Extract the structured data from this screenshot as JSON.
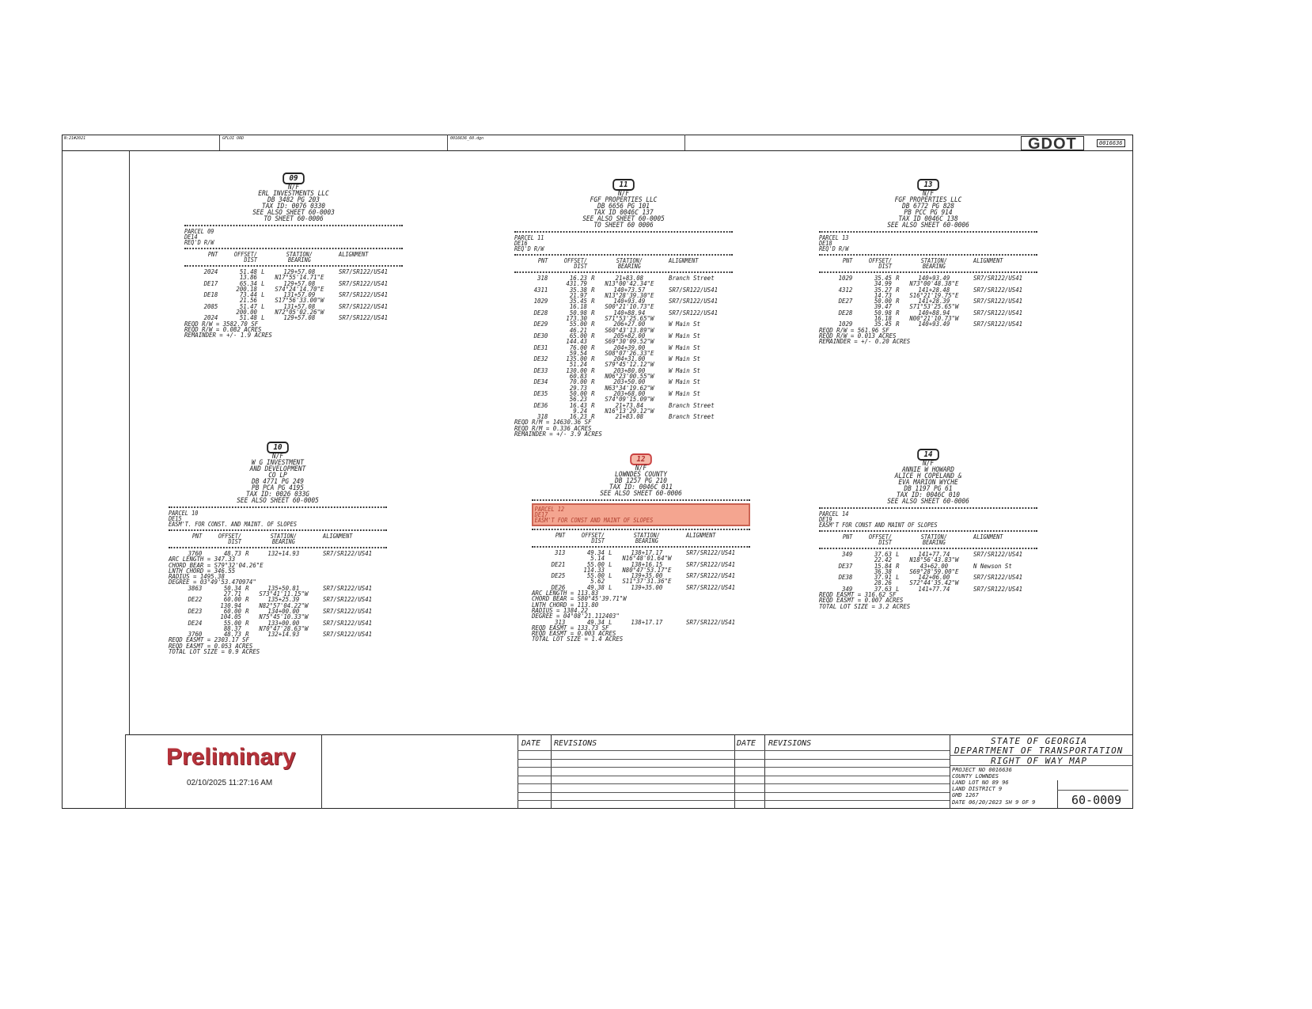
{
  "header": {
    "cells": [
      "N:21#2021",
      "GFLOI ORD",
      "0016636_60.dgn"
    ],
    "logo": "GDOT",
    "project": "0016636"
  },
  "parcels": [
    {
      "id": "09",
      "highlight": false,
      "owner": [
        "N/F",
        "ERL INVESTMENTS LLC",
        "DB 3482 PG 203",
        "TAX ID: 0076 0330",
        "SEE ALSO SHEET 60-0003",
        "TO SHEET 60-0006"
      ],
      "head": [
        "PARCEL 09",
        "DE14",
        "REQ'D R/W"
      ],
      "rows": [
        [
          "2024",
          "51.48",
          "L",
          "129+57.08",
          "SR7/SR122/US41"
        ],
        [
          "",
          "13.86",
          "",
          "N17°55'14.71\"E",
          ""
        ],
        [
          "DE17",
          "65.34",
          "L",
          "129+57.08",
          "SR7/SR122/US41"
        ],
        [
          "",
          "200.18",
          "",
          "S74°24'14.70\"E",
          ""
        ],
        [
          "DE18",
          "73.44",
          "L",
          "131+57.09",
          "SR7/SR122/US41"
        ],
        [
          "",
          "21.56",
          "",
          "S17°56'33.00\"W",
          ""
        ],
        [
          "2085",
          "51.47",
          "L",
          "131+57.08",
          "SR7/SR122/US41"
        ],
        [
          "",
          "200.00",
          "",
          "N72°05'02.26\"W",
          ""
        ],
        [
          "2024",
          "51.48",
          "L",
          "129+57.08",
          "SR7/SR122/US41"
        ]
      ],
      "summary": [
        "REQD R/W  =  3582.70  SF",
        "REQD R/W  =  0.082   ACRES",
        "REMAINDER  =  +/- 1.9  ACRES"
      ]
    },
    {
      "id": "11",
      "highlight": false,
      "owner": [
        "N/F",
        "FGF PROPERTIES LLC",
        "DB 6656 PG 101",
        "TAX ID  0046C 137",
        "SEE ALSO SHEET 60-0005",
        "TO SHEET 60 0006"
      ],
      "head": [
        "PARCEL 11",
        "DE16",
        "REQ'D R/W"
      ],
      "rows": [
        [
          "318",
          "16.23",
          "R",
          "21+83.08",
          "Branch Street"
        ],
        [
          "",
          "431.79",
          "",
          "N13°00'42.34\"E",
          ""
        ],
        [
          "4311",
          "35.38",
          "R",
          "140+73.57",
          "SR7/SR122/US41"
        ],
        [
          "",
          "21.97",
          "",
          "N13°28'39.30\"E",
          ""
        ],
        [
          "1029",
          "35.45",
          "R",
          "140+93.49",
          "SR7/SR122/US41"
        ],
        [
          "",
          "16.18",
          "",
          "S00°21'10.73\"E",
          ""
        ],
        [
          "DE28",
          "50.98",
          "R",
          "140+88.94",
          "SR7/SR122/US41"
        ],
        [
          "",
          "173.30",
          "",
          "S71°53'25.65\"W",
          ""
        ],
        [
          "DE29",
          "55.00",
          "R",
          "206+27.00",
          "W Main St"
        ],
        [
          "",
          "46.21",
          "",
          "S60°43'13.89\"W",
          ""
        ],
        [
          "DE30",
          "65.00",
          "R",
          "205+82.00",
          "W Main St"
        ],
        [
          "",
          "144.43",
          "",
          "S69°30'09.52\"W",
          ""
        ],
        [
          "DE31",
          "76.00",
          "R",
          "204+39.00",
          "W Main St"
        ],
        [
          "",
          "59.54",
          "",
          "S08°07'26.33\"E",
          ""
        ],
        [
          "DE32",
          "135.00",
          "R",
          "204+31.00",
          "W Main St"
        ],
        [
          "",
          "51.24",
          "",
          "S79°45'12.12\"W",
          ""
        ],
        [
          "DE33",
          "130.00",
          "R",
          "203+80.00",
          "W Main St"
        ],
        [
          "",
          "60.83",
          "",
          "N06°23'00.55\"W",
          ""
        ],
        [
          "DE34",
          "70.00",
          "R",
          "203+50.00",
          "W Main St"
        ],
        [
          "",
          "29.73",
          "",
          "N63°34'19.62\"W",
          ""
        ],
        [
          "DE35",
          "50.00",
          "R",
          "203+68.00",
          "W Main St"
        ],
        [
          "",
          "56.23",
          "",
          "S74°09'15.09\"W",
          ""
        ],
        [
          "DE36",
          "16.43",
          "R",
          "21+73.84",
          "Branch Street"
        ],
        [
          "",
          "9.24",
          "",
          "N16°13'29.12\"W",
          ""
        ],
        [
          "318",
          "16.23",
          "R",
          "21+83.08",
          "Branch Street"
        ]
      ],
      "summary": [
        "REQD R/M  =  14630.36  SF",
        "REQD R/M  =  0.336   ACRES",
        "REMAINDER  =  +/- 3.9  ACRES"
      ]
    },
    {
      "id": "13",
      "highlight": false,
      "owner": [
        "N/F",
        "FGF PROPERTIES LLC",
        "DB 6772 PG 828",
        "PB PCC PG 914",
        "TAX ID  0046C 138",
        "SEE ALSO SHEET 60-0006"
      ],
      "head": [
        "PARCEL 13",
        "DE18",
        "REQ'D R/W"
      ],
      "rows": [
        [
          "1029",
          "35.45",
          "R",
          "140+93.49",
          "SR7/SR122/US41"
        ],
        [
          "",
          "34.99",
          "",
          "N73°00'48.38\"E",
          ""
        ],
        [
          "4312",
          "35.27",
          "R",
          "141+28.48",
          "SR7/SR122/US41"
        ],
        [
          "",
          "14.73",
          "",
          "S16°21'19.75\"E",
          ""
        ],
        [
          "DE27",
          "50.00",
          "R",
          "141+28.39",
          "SR7/SR122/US41"
        ],
        [
          "",
          "39.47",
          "",
          "S71°53'25.65\"W",
          ""
        ],
        [
          "DE28",
          "50.98",
          "R",
          "140+88.94",
          "SR7/SR122/US41"
        ],
        [
          "",
          "16.18",
          "",
          "N00°21'10.73\"W",
          ""
        ],
        [
          "1029",
          "35.45",
          "R",
          "140+93.49",
          "SR7/SR122/US41"
        ]
      ],
      "summary": [
        "REQD R/W  =  561.96  SF",
        "REQD R/W  =  0.013   ACRES",
        "REMAINDER  =  +/- 0.20  ACRES"
      ]
    },
    {
      "id": "10",
      "highlight": false,
      "owner": [
        "N/F",
        "W G INVESTMENT",
        "AND DEVELOPMENT",
        "CO LP",
        "DB 4771 PG 249",
        "PB PCA PG 4195",
        "TAX ID: 0026 033G",
        "SEE ALSO SHEET 60-0005"
      ],
      "head": [
        "PARCEL 10",
        "DE15",
        "EASM'T. FOR CONST. AND MAINT. OF SLOPES"
      ],
      "rows": [
        [
          "3760",
          "48.73",
          "R",
          "132+14.93",
          "SR7/SR122/US41"
        ],
        [
          "ARC LENGTH = 347.33",
          "",
          "",
          "",
          ""
        ],
        [
          "CHORD BEAR = S79°32'04.26\"E",
          "",
          "",
          "",
          ""
        ],
        [
          "LNTH CHORD = 346.55",
          "",
          "",
          "",
          ""
        ],
        [
          "RADIUS = 1495.38",
          "",
          "",
          "",
          ""
        ],
        [
          "DEGREE = 03°49'53.470974\"",
          "",
          "",
          "",
          ""
        ],
        [
          "3863",
          "50.34",
          "R",
          "135+50.81",
          "SR7/SR122/US41"
        ],
        [
          "",
          "27.71",
          "",
          "S73°41'11.15\"W",
          ""
        ],
        [
          "DE22",
          "60.00",
          "R",
          "135+25.39",
          "SR7/SR122/US41"
        ],
        [
          "",
          "130.94",
          "",
          "N82°57'04.22\"W",
          ""
        ],
        [
          "DE23",
          "60.00",
          "R",
          "134+00.00",
          "SR7/SR122/US41"
        ],
        [
          "",
          "104.05",
          "",
          "N75°45'10.33\"W",
          ""
        ],
        [
          "DE24",
          "55.00",
          "R",
          "133+00.00",
          "SR7/SR122/US41"
        ],
        [
          "",
          "88.37",
          "",
          "N70°47'28.63\"W",
          ""
        ],
        [
          "3760",
          "48.73",
          "R",
          "132+14.93",
          "SR7/SR122/US41"
        ]
      ],
      "summary": [
        "REQD EASMT  =  2303.17  SF",
        "REQD EASMT  =  0.053   ACRES",
        "TOTAL LOT SIZE = 0.9 ACRES"
      ]
    },
    {
      "id": "12",
      "highlight": true,
      "owner": [
        "N/F",
        "LOWNDES COUNTY",
        "DB 1257 PG 210",
        "TAX ID: 0046C 011",
        "SEE ALSO SHEET 60-0006"
      ],
      "head": [
        "PARCEL 12",
        "DE17",
        "EASM'T  FOR CONST  AND MAINT  OF SLOPES"
      ],
      "rows": [
        [
          "313",
          "49.34",
          "L",
          "138+17.17",
          "SR7/SR122/US41"
        ],
        [
          "",
          "5.14",
          "",
          "N16°48'01.64\"W",
          ""
        ],
        [
          "DE21",
          "55.00",
          "L",
          "138+16.15",
          "SR7/SR122/US41"
        ],
        [
          "",
          "114.33",
          "",
          "N80°47'53.17\"E",
          ""
        ],
        [
          "DE25",
          "55.00",
          "L",
          "139+35.00",
          "SR7/SR122/US41"
        ],
        [
          "",
          "5.62",
          "",
          "S11°37'31.36\"E",
          ""
        ],
        [
          "DE26",
          "49.38",
          "L",
          "139+35.00",
          "SR7/SR122/US41"
        ],
        [
          "ARC LENGTH = 113.83",
          "",
          "",
          "",
          ""
        ],
        [
          "CHORD BEAR = S80°45'39.71\"W",
          "",
          "",
          "",
          ""
        ],
        [
          "LNTH CHORD = 113.80",
          "",
          "",
          "",
          ""
        ],
        [
          "RADIUS = 1384.22",
          "",
          "",
          "",
          ""
        ],
        [
          "DEGREE = 04°08'21.112403\"",
          "",
          "",
          "",
          ""
        ],
        [
          "313",
          "49.34",
          "L",
          "138+17.17",
          "SR7/SR122/US41"
        ]
      ],
      "summary": [
        "REQD EASMT  =  133.73  SF",
        "REQD EASMT  =  0.003   ACRES",
        "TOTAL LOT SIZE = 1.4 ACRES"
      ]
    },
    {
      "id": "14",
      "highlight": false,
      "owner": [
        "N/F",
        "ANNIE W  HOWARD",
        "ALICE H  COPELAND  &",
        "EVA MARION WYCHE",
        "DB 1197 PG 61",
        "TAX ID: 0046C 010",
        "SEE ALSO SHEET 60-0006"
      ],
      "head": [
        "PARCEL 14",
        "DE19",
        "EASM'T  FOR CONST  AND MAINT  OF SLOPES"
      ],
      "rows": [
        [
          "349",
          "37.63",
          "L",
          "141+77.74",
          "SR7/SR122/US41"
        ],
        [
          "",
          "22.42",
          "",
          "N18°56'43.83\"W",
          ""
        ],
        [
          "DE37",
          "15.84",
          "R",
          "43+62.00",
          "N Newson St"
        ],
        [
          "",
          "36.38",
          "",
          "S69°28'59.00\"E",
          ""
        ],
        [
          "DE38",
          "37.91",
          "L",
          "142+06.00",
          "SR7/SR122/US41"
        ],
        [
          "",
          "28.26",
          "",
          "S72°44'35.42\"W",
          ""
        ],
        [
          "349",
          "37.63",
          "L",
          "141+77.74",
          "SR7/SR122/US41"
        ]
      ],
      "summary": [
        "REQD EASMT  =  316.62  SF",
        "REQD EASMT  =  0.007   ACRES",
        "TOTAL LOT SIZE = 3.2 ACRES"
      ]
    }
  ],
  "table_headers": {
    "pnt": "PNT",
    "offset": "OFFSET/",
    "dist": "DIST",
    "station": "STATION/",
    "bearing": "BEARING",
    "alignment": "ALIGNMENT"
  },
  "title_block": {
    "preliminary": "Preliminary",
    "timestamp": "02/10/2025 11:27:16 AM",
    "date_label": "DATE",
    "revisions_label": "REVISIONS",
    "state": "STATE OF GEORGIA",
    "department": "DEPARTMENT OF TRANSPORTATION",
    "map_type": "RIGHT OF WAY MAP",
    "project_no": "PROJECT NO  0016636",
    "county": "COUNTY  LOWNDES",
    "land_lot": "LAND LOT NO  89 96",
    "land_district": "LAND DISTRICT  9",
    "gmd": "GMD  1267",
    "date": "DATE  06/20/2023  SH 9  OF 9",
    "sheet": "60-0009"
  },
  "colors": {
    "highlight": "#f4a590",
    "preliminary": "#b5323a"
  }
}
